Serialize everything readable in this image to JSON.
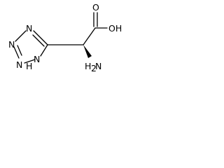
{
  "molecule": {
    "atoms": {
      "n1": "N",
      "n2": "N",
      "n3": "N",
      "n4_h": "H",
      "n4": "N",
      "oh": "OH",
      "o": "O",
      "nh2_h": "H",
      "nh2_n": "N",
      "nh2_sub": "2"
    }
  }
}
